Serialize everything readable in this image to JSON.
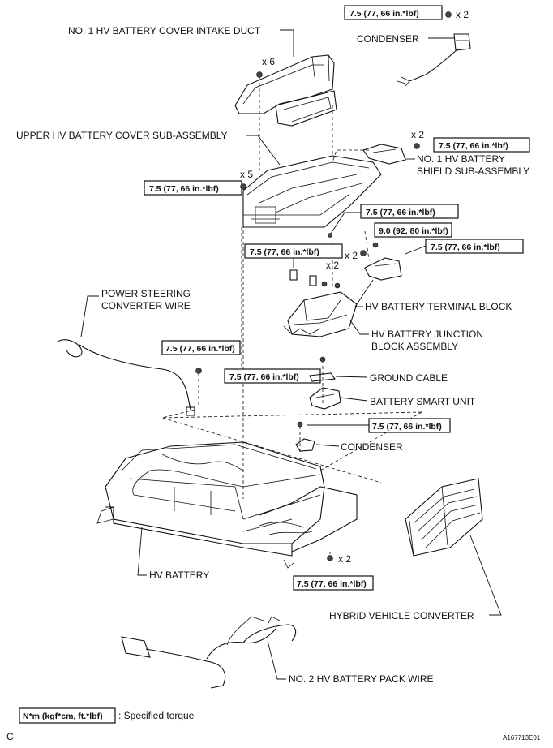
{
  "labels": {
    "intake_duct": "NO. 1 HV BATTERY COVER INTAKE DUCT",
    "condenser_top": "CONDENSER",
    "upper_cover": "UPPER HV BATTERY COVER SUB-ASSEMBLY",
    "shield_line1": "NO. 1 HV BATTERY",
    "shield_line2": "SHIELD SUB-ASSEMBLY",
    "power_steering_line1": "POWER STEERING",
    "power_steering_line2": "CONVERTER WIRE",
    "terminal_block": "HV BATTERY TERMINAL BLOCK",
    "junction_line1": "HV BATTERY JUNCTION",
    "junction_line2": "BLOCK ASSEMBLY",
    "ground_cable": "GROUND CABLE",
    "smart_unit": "BATTERY SMART UNIT",
    "condenser_mid": "CONDENSER",
    "hv_battery": "HV BATTERY",
    "converter": "HYBRID VEHICLE CONVERTER",
    "pack_wire": "NO. 2 HV BATTERY PACK WIRE"
  },
  "quantities": {
    "q_condenser": "x 2",
    "q_duct": "x 6",
    "q_shield": "x 2",
    "q_cover": "x 5",
    "q_terminal": "x 2",
    "q_junction": "x 2",
    "q_battery": "x 2"
  },
  "torques": {
    "t1": "7.5 (77, 66 in.*lbf)",
    "t2": "7.5 (77, 66 in.*lbf)",
    "t3": "7.5 (77, 66 in.*lbf)",
    "t4": "7.5 (77, 66 in.*lbf)",
    "t5": "9.0 (92, 80 in.*lbf)",
    "t6": "7.5 (77, 66 in.*lbf)",
    "t7": "7.5 (77, 66 in.*lbf)",
    "t8": "7.5 (77, 66 in.*lbf)",
    "t9": "7.5 (77, 66 in.*lbf)",
    "t10": "7.5 (77, 66 in.*lbf)",
    "t11": "7.5 (77, 66 in.*lbf)"
  },
  "legend": {
    "unit": "N*m (kgf*cm, ft.*lbf)",
    "text": ": Specified torque"
  },
  "footer": {
    "corner_letter": "C",
    "figure_id": "A167713E01"
  }
}
